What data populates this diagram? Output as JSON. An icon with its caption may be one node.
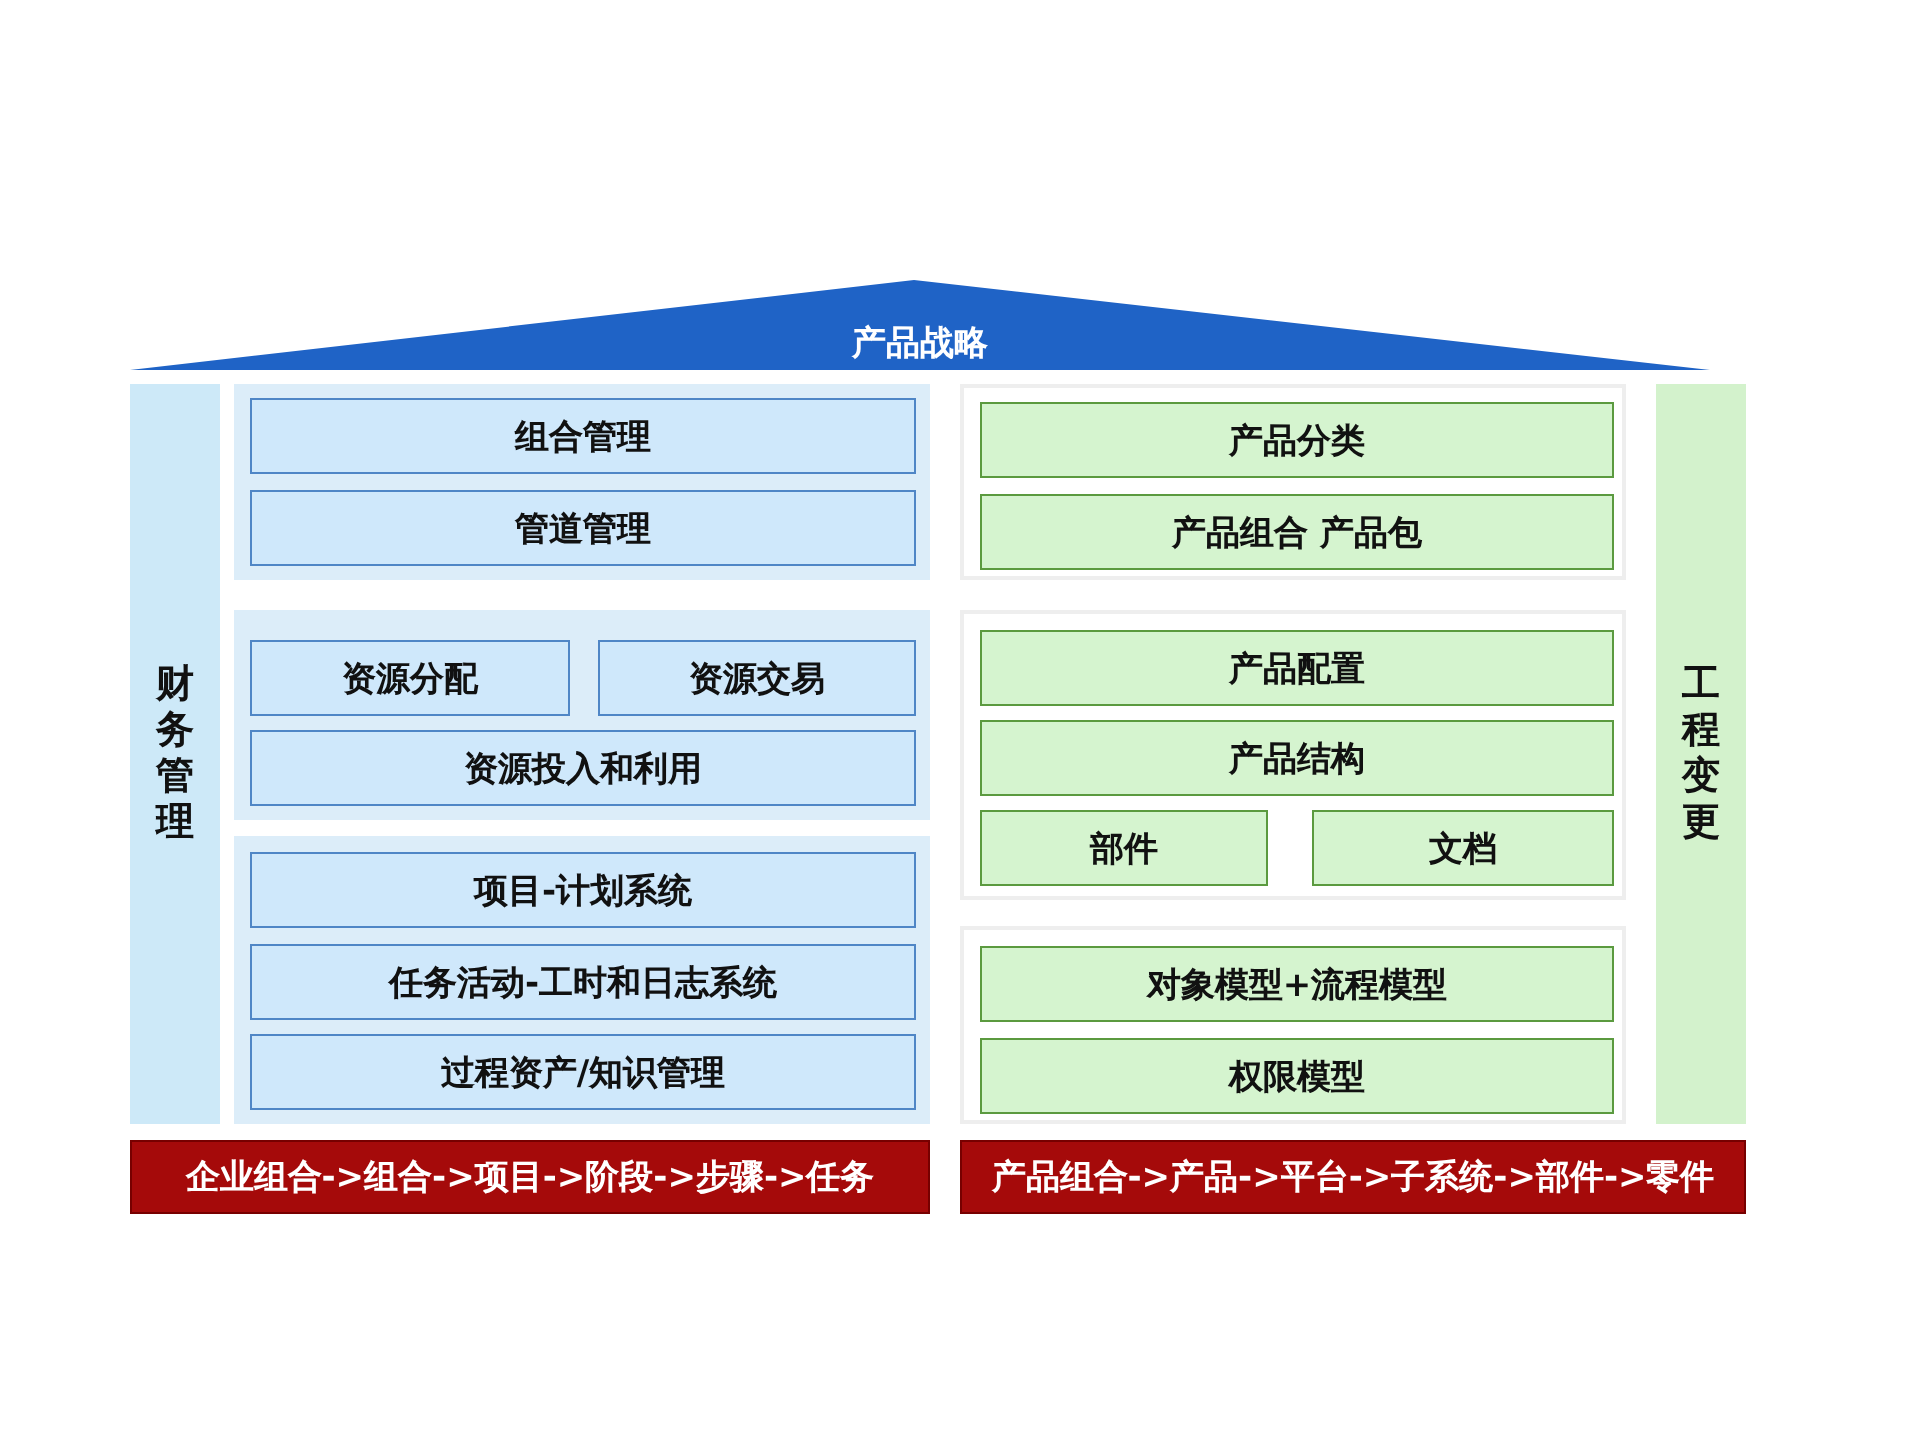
{
  "diagram": {
    "nodes": [
      {
        "text": [
          "产品战略"
        ]
      },
      {
        "text": [
          "财务管理"
        ]
      },
      {
        "text": [],
        "shape": "box"
      },
      {
        "text": [
          "组合管理"
        ],
        "in": 2
      },
      {
        "text": [
          "管道管理"
        ],
        "in": 2
      },
      {
        "text": [],
        "shape": "box"
      },
      {
        "text": [
          "产品分类"
        ],
        "in": 5
      },
      {
        "text": [
          "产品组合 产品包"
        ],
        "in": 5
      },
      {
        "text": [
          "工程变更"
        ]
      },
      {
        "text": [],
        "shape": "box"
      },
      {
        "text": [
          "资源分配"
        ],
        "in": 9
      },
      {
        "text": [
          "资源交易"
        ],
        "in": 9
      },
      {
        "text": [
          "资源投入和利用"
        ],
        "in": 9
      },
      {
        "text": [],
        "shape": "box"
      },
      {
        "text": [
          "产品配置"
        ],
        "in": 13
      },
      {
        "text": [
          "产品结构"
        ],
        "in": 13
      },
      {
        "text": [
          "部件"
        ],
        "in": 13
      },
      {
        "text": [
          "文档"
        ],
        "in": 13
      },
      {
        "text": [],
        "shape": "box"
      },
      {
        "text": [
          "项目-计划系统"
        ],
        "in": 18
      },
      {
        "text": [
          "任务活动-工时和日志系统"
        ],
        "in": 18
      },
      {
        "text": [
          "过程资产/知识管理"
        ],
        "in": 18
      },
      {
        "text": [],
        "shape": "box"
      },
      {
        "text": [
          "对象模型+流程模型"
        ],
        "in": 22
      },
      {
        "text": [
          "权限模型"
        ],
        "in": 22
      },
      {
        "text": [
          "企业组合->组合->项目->阶段->步骤->任务"
        ]
      },
      {
        "text": [
          "产品组合->产品->平台->子系统->部件->零件"
        ]
      }
    ]
  }
}
